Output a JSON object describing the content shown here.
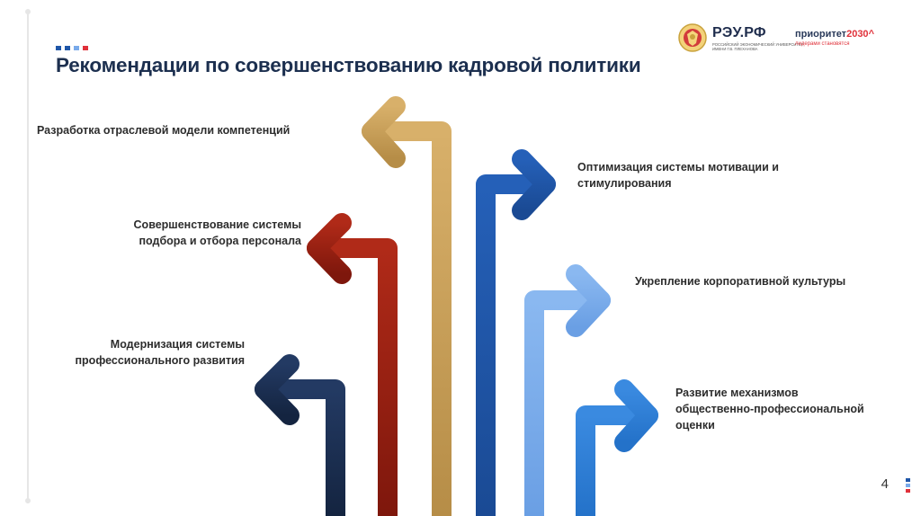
{
  "title": "Рекомендации по совершенствованию кадровой политики",
  "logos": {
    "rzu_text": "РЭУ.РФ",
    "rzu_sub_line1": "РОССИЙСКИЙ ЭКОНОМИЧЕСКИЙ УНИВЕРСИТЕТ",
    "rzu_sub_line2": "ИМЕНИ Г.В. ПЛЕХАНОВА",
    "priority_word": "приоритет",
    "priority_num": "2030",
    "priority_mark": "^",
    "priority_sub": "лидерами становятся"
  },
  "recommendations": [
    {
      "label": "Разработка отраслевой модели компетенций",
      "color": "#c8a05e"
    },
    {
      "label": "Совершенствование системы подбора и отбора персонала",
      "color": "#9c1f12"
    },
    {
      "label": "Модернизация системы профессионального развития",
      "color": "#1b2c4d"
    },
    {
      "label": "Оптимизация системы мотивации и стимулирования",
      "color": "#1f56a8"
    },
    {
      "label": "Укрепление корпоративной культуры",
      "color": "#79aaea"
    },
    {
      "label": "Развитие механизмов общественно-профессиональной оценки",
      "color": "#2d7cd6"
    }
  ],
  "page_number": "4",
  "colors": {
    "title": "#1c2f4f",
    "accent_red": "#e0313a",
    "accent_blue": "#1f56a8",
    "accent_light_blue": "#79aaea"
  }
}
